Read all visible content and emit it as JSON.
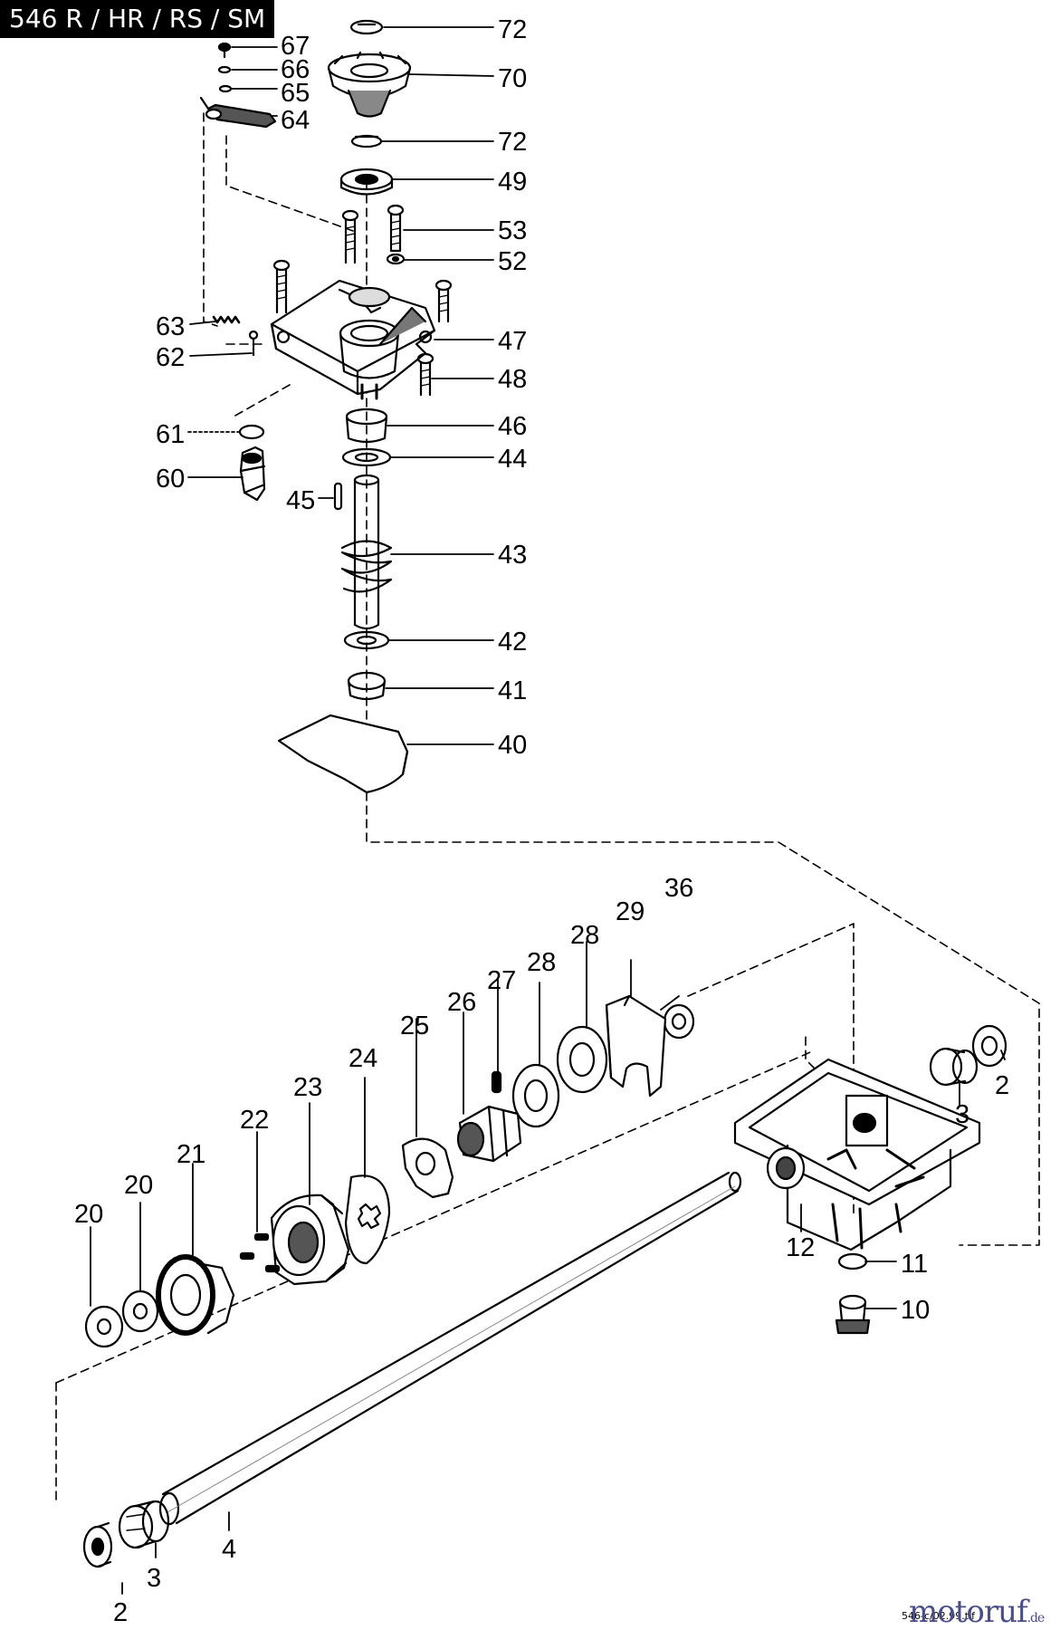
{
  "header": {
    "model_label": "546 R / HR / RS / SM"
  },
  "footer": {
    "file_code": "546-c/02.99.tif",
    "logo_main": "motoruf",
    "logo_tld": ".de"
  },
  "callouts": [
    {
      "id": "c72a",
      "text": "72"
    },
    {
      "id": "c67",
      "text": "67"
    },
    {
      "id": "c66",
      "text": "66"
    },
    {
      "id": "c70",
      "text": "70"
    },
    {
      "id": "c65",
      "text": "65"
    },
    {
      "id": "c64",
      "text": "64"
    },
    {
      "id": "c72b",
      "text": "72"
    },
    {
      "id": "c49",
      "text": "49"
    },
    {
      "id": "c53",
      "text": "53"
    },
    {
      "id": "c52",
      "text": "52"
    },
    {
      "id": "c63",
      "text": "63"
    },
    {
      "id": "c47",
      "text": "47"
    },
    {
      "id": "c62",
      "text": "62"
    },
    {
      "id": "c48",
      "text": "48"
    },
    {
      "id": "c46",
      "text": "46"
    },
    {
      "id": "c61",
      "text": "61"
    },
    {
      "id": "c44",
      "text": "44"
    },
    {
      "id": "c60",
      "text": "60"
    },
    {
      "id": "c45",
      "text": "45"
    },
    {
      "id": "c43",
      "text": "43"
    },
    {
      "id": "c42",
      "text": "42"
    },
    {
      "id": "c41",
      "text": "41"
    },
    {
      "id": "c40",
      "text": "40"
    },
    {
      "id": "c36",
      "text": "36"
    },
    {
      "id": "c29",
      "text": "29"
    },
    {
      "id": "c28a",
      "text": "28"
    },
    {
      "id": "c28b",
      "text": "28"
    },
    {
      "id": "c27",
      "text": "27"
    },
    {
      "id": "c26",
      "text": "26"
    },
    {
      "id": "c25",
      "text": "25"
    },
    {
      "id": "c24",
      "text": "24"
    },
    {
      "id": "c23",
      "text": "23"
    },
    {
      "id": "c22",
      "text": "22"
    },
    {
      "id": "c21",
      "text": "21"
    },
    {
      "id": "c20a",
      "text": "20"
    },
    {
      "id": "c20b",
      "text": "20"
    },
    {
      "id": "c3a",
      "text": "3"
    },
    {
      "id": "c2a",
      "text": "2"
    },
    {
      "id": "c12",
      "text": "12"
    },
    {
      "id": "c11",
      "text": "11"
    },
    {
      "id": "c10",
      "text": "10"
    },
    {
      "id": "c4",
      "text": "4"
    },
    {
      "id": "c2b",
      "text": "2"
    },
    {
      "id": "c3b",
      "text": "3"
    }
  ]
}
